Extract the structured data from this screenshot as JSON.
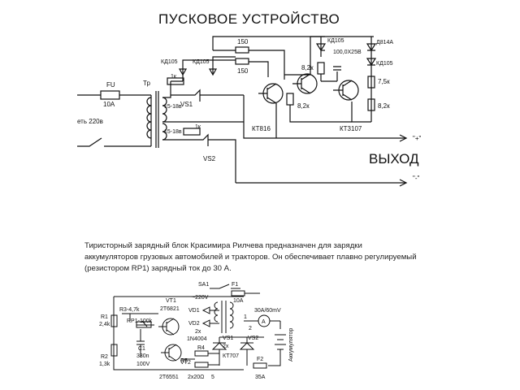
{
  "top": {
    "title": "ПУСКОВОЕ УСТРОЙСТВО",
    "labels": {
      "fu": "FU",
      "fu_rating": "10А",
      "tr": "Тр",
      "mains": "еть 220в",
      "r150a": "150",
      "r150b": "150",
      "d1": "КД105",
      "d2": "КД105",
      "d3": "КД105",
      "d4": "КД105",
      "r1k_a": "1к",
      "r1k_b": "1к",
      "vs1": "VS1",
      "vs2": "VS2",
      "w1": "15-18в",
      "w2": "15-18в",
      "r82a": "8,2к",
      "r82b": "8,2к",
      "r82c": "8,2к",
      "cap": "100,0Х25В",
      "zener": "Д814А",
      "r75": "7,5к",
      "q1": "КТ816",
      "q2": "КТ3107",
      "plus": "\"+\"",
      "minus": "\"-\"",
      "output": "ВЫХОД"
    }
  },
  "description": [
    "Тиристорный зарядный блок Красимира Рилчева предназначен для зарядки",
    "аккумуляторов грузовых автомобилей и тракторов. Он обеспечивает плавно регулируемый",
    "(резистором RP1) зарядный ток до 30 А."
  ],
  "bottom": {
    "labels": {
      "sa1": "SA1",
      "f1": "F1",
      "f1_rating": "10А",
      "mains": "~220V",
      "vt1": "VT1",
      "vt1_type": "2Т6821",
      "r3": "R3-4,7k",
      "r1": "R1",
      "r1_val": "2,4k",
      "rp1": "RP1-100k",
      "c1": "C1",
      "c1_val": "330n",
      "c1_v": "100V",
      "r2": "R2",
      "r2_val": "1,3k",
      "vt2": "VT2",
      "vt2_type": "2Т6551",
      "vd1": "VD1",
      "vd2": "VD2",
      "vd_qty": "2x",
      "vd_type": "1N4004",
      "r4": "R4",
      "r5": "R5",
      "r_val": "2x20Ω",
      "n5": "5",
      "vs1": "VS1",
      "vs2": "VS2",
      "vs_qty": "2x",
      "vs_type": "КТ707",
      "n1": "1",
      "n2": "2",
      "meter_range": "30A/60mV",
      "meter": "A",
      "battery": "Аккумулятор",
      "f2": "F2",
      "f2_rating": "35A"
    }
  }
}
